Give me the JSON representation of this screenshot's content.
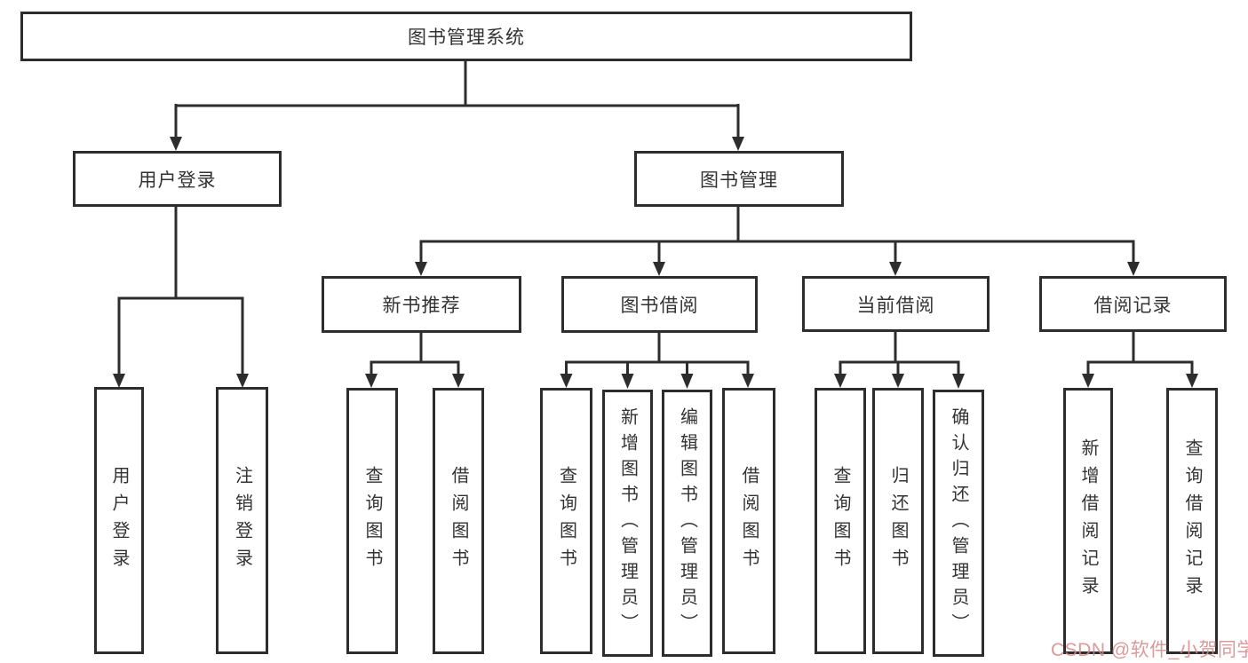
{
  "diagram": {
    "title": "图书管理系统",
    "colors": {
      "line": "#2d2d2d",
      "text": "#333333",
      "background": "#ffffff",
      "watermark": "#d68787"
    },
    "nodes": {
      "root": {
        "label": "图书管理系统"
      },
      "user_login": {
        "label": "用户登录"
      },
      "book_mgmt": {
        "label": "图书管理"
      },
      "new_book_rec": {
        "label": "新书推荐"
      },
      "book_borrow": {
        "label": "图书借阅"
      },
      "current_borrow": {
        "label": "当前借阅"
      },
      "borrow_records": {
        "label": "借阅记录"
      },
      "leaf_user_login": {
        "label": "用户登录"
      },
      "leaf_logout": {
        "label": "注销登录"
      },
      "leaf_query_book_1": {
        "label": "查询图书"
      },
      "leaf_borrow_book_1": {
        "label": "借阅图书"
      },
      "leaf_query_book_2": {
        "label": "查询图书"
      },
      "leaf_add_book": {
        "label": "新增图书（管理员）"
      },
      "leaf_edit_book": {
        "label": "编辑图书（管理员）"
      },
      "leaf_borrow_book_2": {
        "label": "借阅图书"
      },
      "leaf_query_book_3": {
        "label": "查询图书"
      },
      "leaf_return_book": {
        "label": "归还图书"
      },
      "leaf_confirm_return": {
        "label": "确认归还（管理员）"
      },
      "leaf_add_record": {
        "label": "新增借阅记录"
      },
      "leaf_query_record": {
        "label": "查询借阅记录"
      }
    },
    "watermark": {
      "text": "CSDN @软件_小贺同学"
    }
  }
}
